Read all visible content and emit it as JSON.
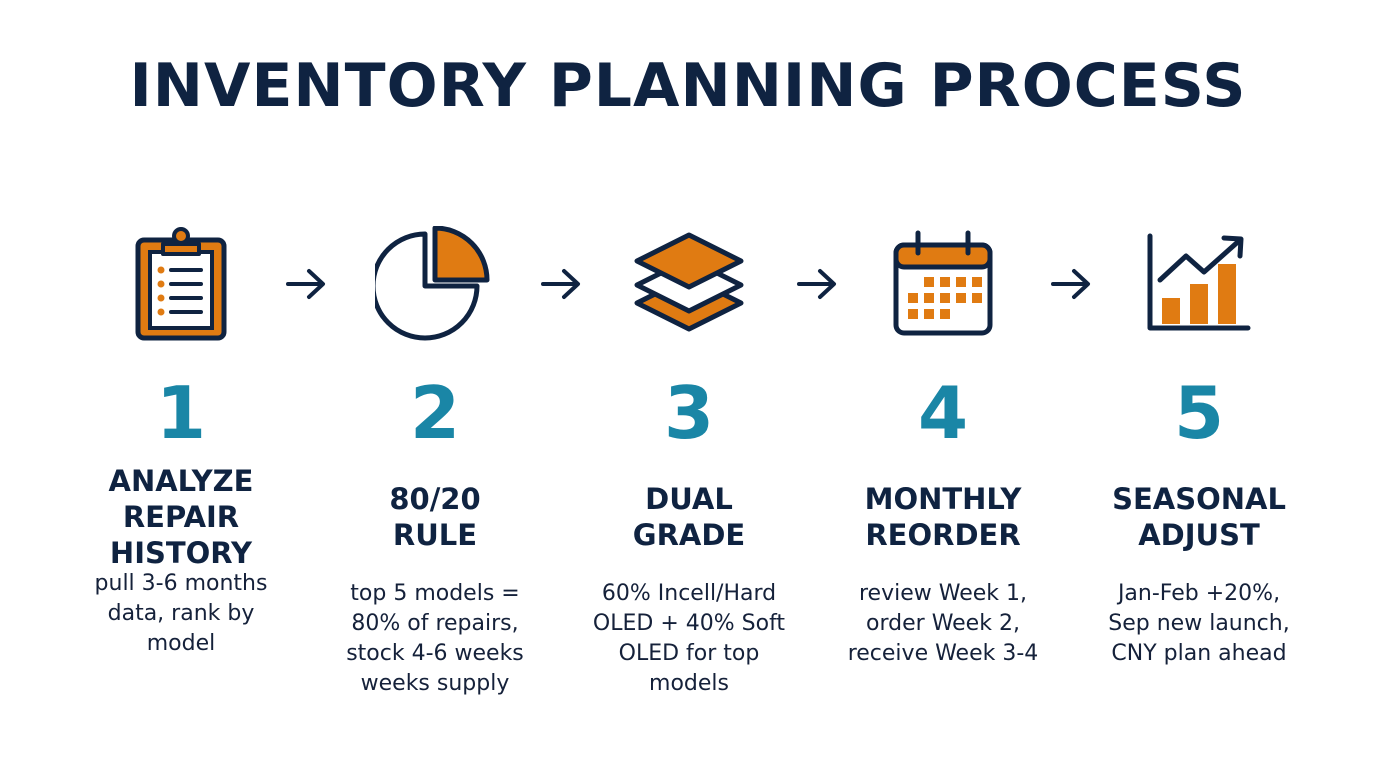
{
  "title": "INVENTORY PLANNING PROCESS",
  "colors": {
    "navy": "#0f2341",
    "orange": "#e07b12",
    "teal": "#1a86a6"
  },
  "steps": [
    {
      "number": "1",
      "label_lines": [
        "ANALYZE",
        "REPAIR",
        "HISTORY"
      ],
      "desc_lines": [
        "pull 3-6 months",
        "data, rank by",
        "model"
      ],
      "icon": "clipboard-icon"
    },
    {
      "number": "2",
      "label_lines": [
        "80/20",
        "RULE"
      ],
      "desc_lines": [
        "top 5 models =",
        "80% of repairs,",
        "stock 4-6 weeks",
        "weeks supply"
      ],
      "icon": "pie-chart-icon"
    },
    {
      "number": "3",
      "label_lines": [
        "DUAL",
        "GRADE"
      ],
      "desc_lines": [
        "60% Incell/Hard",
        "OLED + 40% Soft",
        "OLED for top",
        "models"
      ],
      "icon": "layers-icon"
    },
    {
      "number": "4",
      "label_lines": [
        "MONTHLY",
        "REORDER"
      ],
      "desc_lines": [
        "review Week 1,",
        "order Week 2,",
        "receive Week 3-4"
      ],
      "icon": "calendar-icon"
    },
    {
      "number": "5",
      "label_lines": [
        "SEASONAL",
        "ADJUST"
      ],
      "desc_lines": [
        "Jan-Feb +20%,",
        "Sep new launch,",
        "CNY plan ahead"
      ],
      "icon": "growth-chart-icon"
    }
  ]
}
